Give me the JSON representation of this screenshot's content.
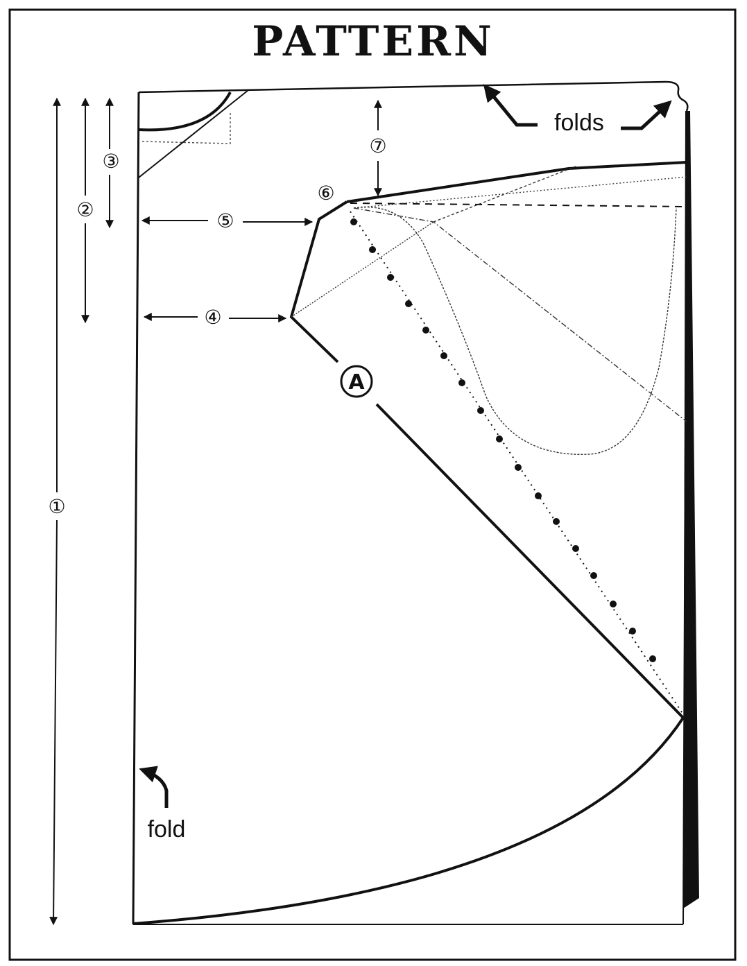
{
  "title": "PATTERN",
  "labels": {
    "folds": "folds",
    "fold": "fold",
    "piece": "A"
  },
  "measurements": [
    "①",
    "②",
    "③",
    "④",
    "⑤",
    "⑥",
    "⑦"
  ],
  "colors": {
    "ink": "#111111",
    "paper": "#ffffff"
  }
}
